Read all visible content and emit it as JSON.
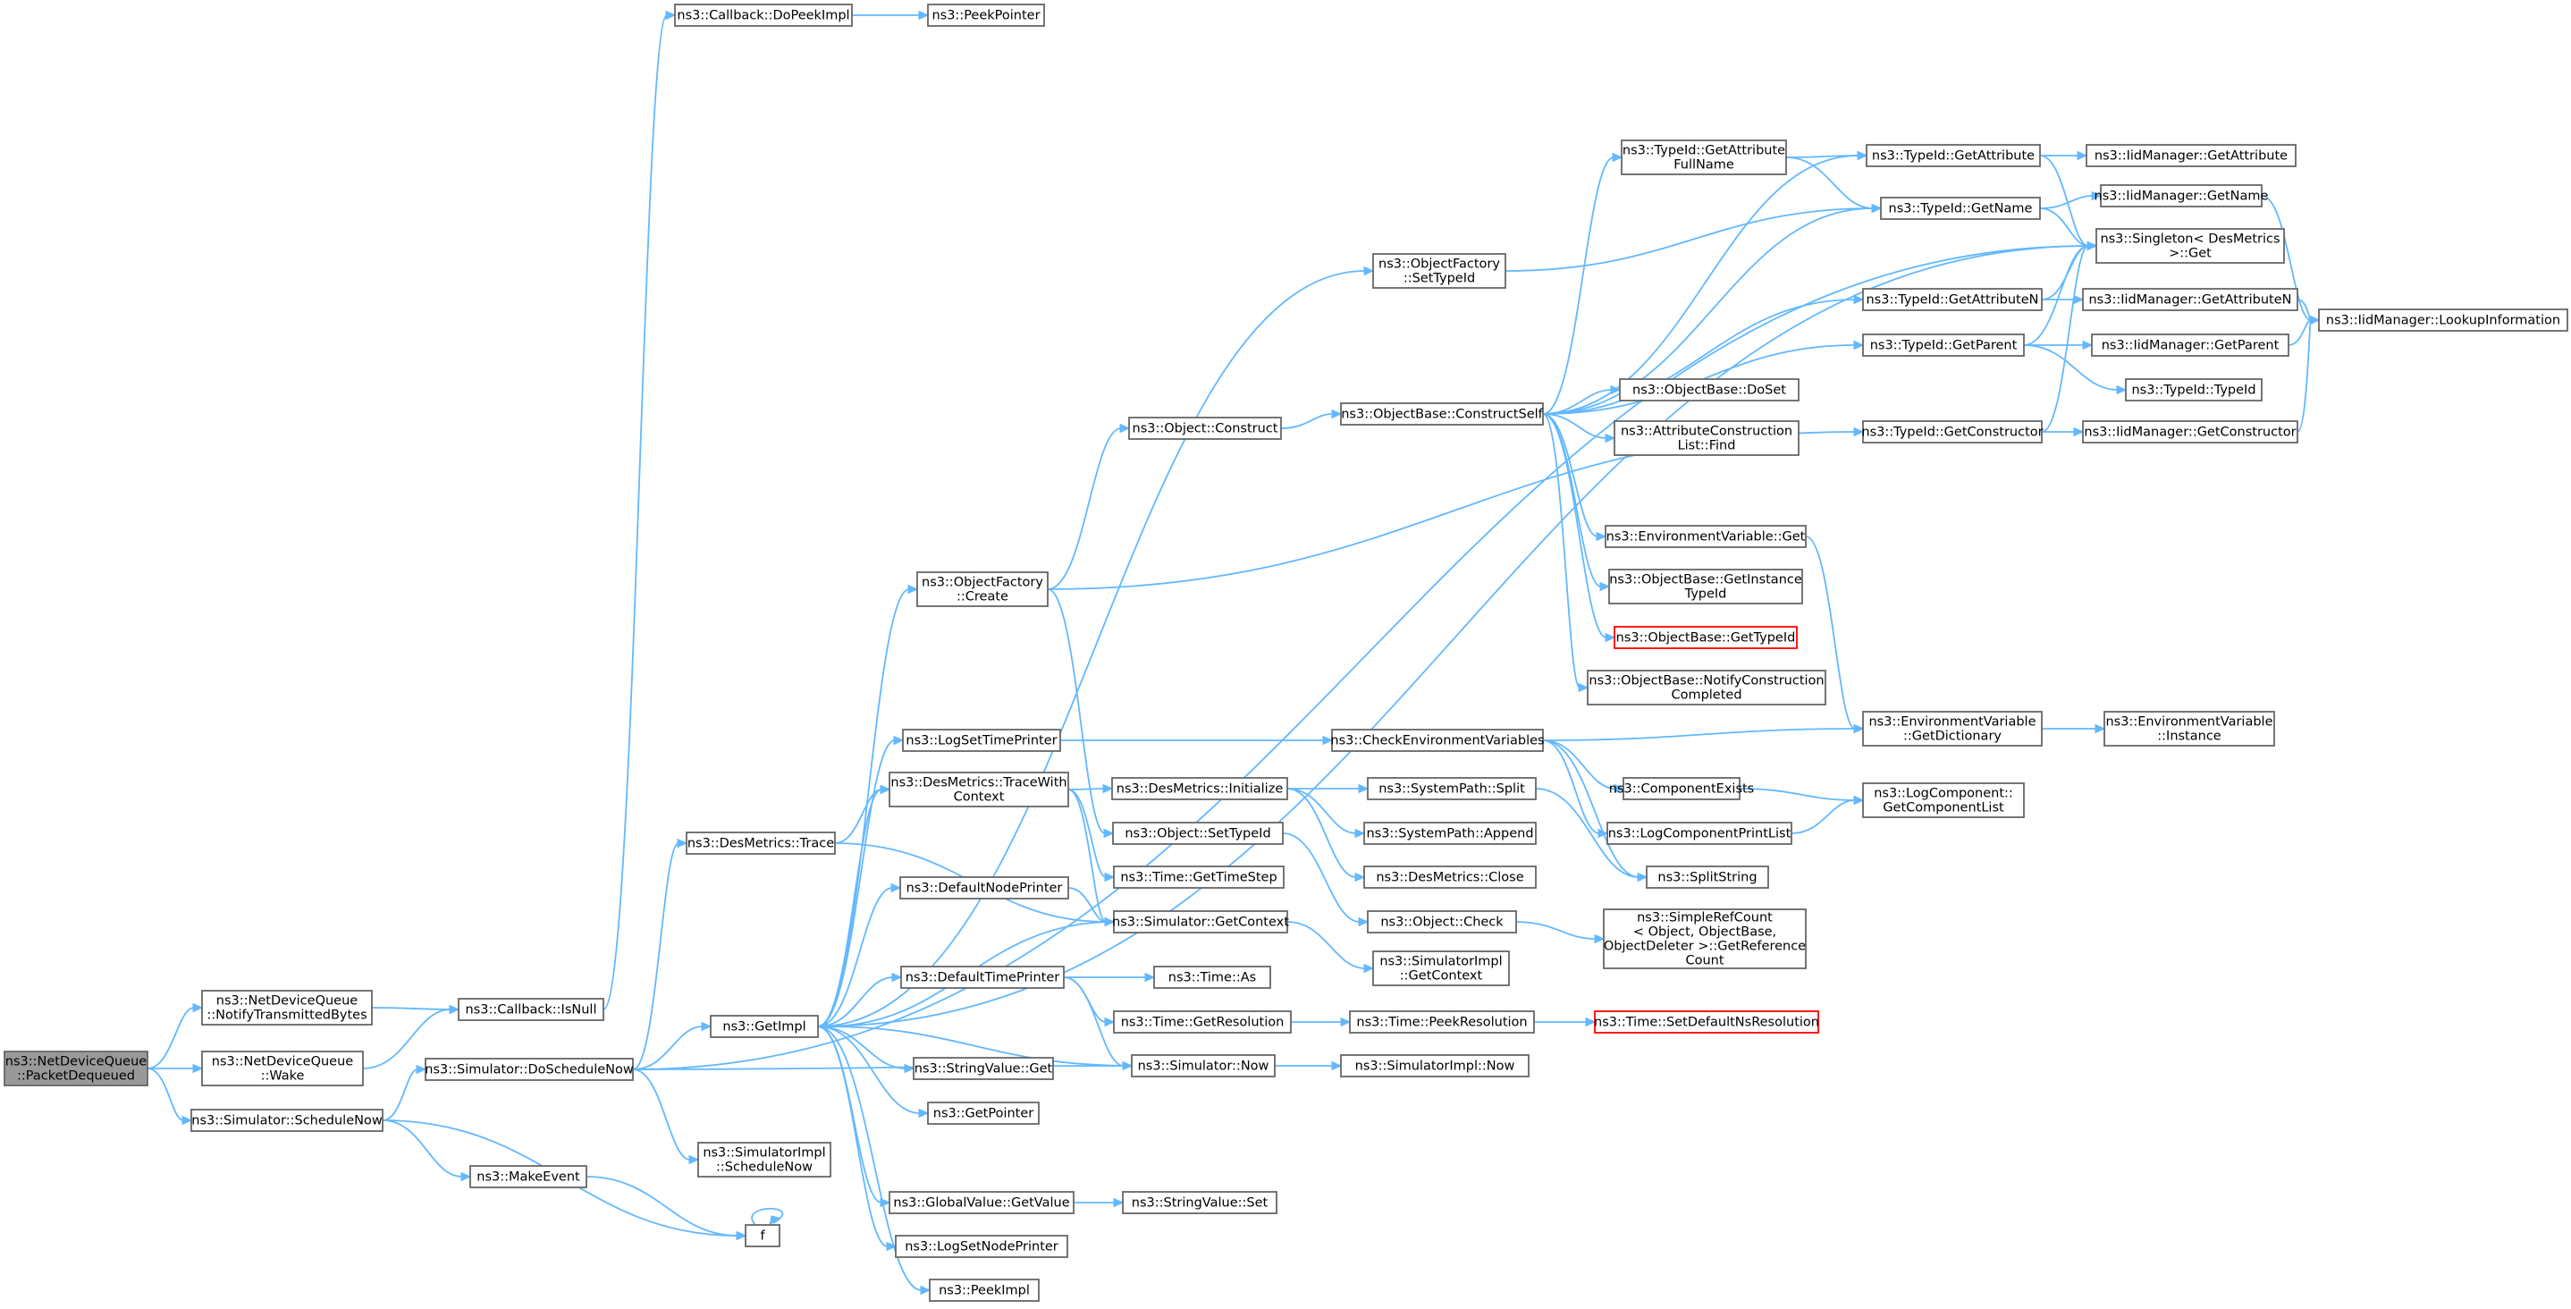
{
  "colors": {
    "node_border": "#666666",
    "root_fill": "#999999",
    "edge": "#63b8ff",
    "highlight_border": "#ff0000"
  },
  "graph": {
    "nodes": [
      {
        "id": "n1",
        "lines": [
          "ns3::NetDeviceQueue",
          "::PacketDequeued"
        ],
        "style": "root"
      },
      {
        "id": "n2",
        "lines": [
          "ns3::NetDeviceQueue",
          "::NotifyTransmittedBytes"
        ]
      },
      {
        "id": "n3",
        "lines": [
          "ns3::NetDeviceQueue",
          "::Wake"
        ]
      },
      {
        "id": "n4",
        "lines": [
          "ns3::Simulator::ScheduleNow"
        ]
      },
      {
        "id": "n5",
        "lines": [
          "ns3::Callback::IsNull"
        ]
      },
      {
        "id": "n6",
        "lines": [
          "ns3::Simulator::DoScheduleNow"
        ]
      },
      {
        "id": "n7",
        "lines": [
          "ns3::MakeEvent"
        ]
      },
      {
        "id": "n8",
        "lines": [
          "f"
        ]
      },
      {
        "id": "n9",
        "lines": [
          "ns3::Callback::DoPeekImpl"
        ]
      },
      {
        "id": "n10",
        "lines": [
          "ns3::PeekPointer"
        ]
      },
      {
        "id": "n11",
        "lines": [
          "ns3::Singleton< DesMetrics",
          ">::Get"
        ]
      },
      {
        "id": "n12",
        "lines": [
          "ns3::DesMetrics::Trace"
        ]
      },
      {
        "id": "n13",
        "lines": [
          "ns3::GetImpl"
        ]
      },
      {
        "id": "n14",
        "lines": [
          "ns3::SimulatorImpl",
          "::ScheduleNow"
        ]
      },
      {
        "id": "n15",
        "lines": [
          "ns3::Simulator::Now"
        ]
      },
      {
        "id": "n16",
        "lines": [
          "ns3::DesMetrics::TraceWith",
          "Context"
        ]
      },
      {
        "id": "n17",
        "lines": [
          "ns3::Simulator::GetContext"
        ]
      },
      {
        "id": "n18",
        "lines": [
          "ns3::ObjectFactory",
          "::Create"
        ]
      },
      {
        "id": "n19",
        "lines": [
          "ns3::LogSetTimePrinter"
        ]
      },
      {
        "id": "n20",
        "lines": [
          "ns3::DefaultNodePrinter"
        ]
      },
      {
        "id": "n21",
        "lines": [
          "ns3::DefaultTimePrinter"
        ]
      },
      {
        "id": "n22",
        "lines": [
          "ns3::StringValue::Get"
        ]
      },
      {
        "id": "n23",
        "lines": [
          "ns3::GetPointer"
        ]
      },
      {
        "id": "n24",
        "lines": [
          "ns3::GlobalValue::GetValue"
        ]
      },
      {
        "id": "n25",
        "lines": [
          "ns3::LogSetNodePrinter"
        ]
      },
      {
        "id": "n26",
        "lines": [
          "ns3::PeekImpl"
        ]
      },
      {
        "id": "n27",
        "lines": [
          "ns3::ObjectFactory",
          "::SetTypeId"
        ]
      },
      {
        "id": "n28",
        "lines": [
          "ns3::Object::Construct"
        ]
      },
      {
        "id": "n29",
        "lines": [
          "ns3::Object::SetTypeId"
        ]
      },
      {
        "id": "n30",
        "lines": [
          "ns3::TypeId::GetConstructor"
        ]
      },
      {
        "id": "n31",
        "lines": [
          "ns3::DesMetrics::Initialize"
        ]
      },
      {
        "id": "n32",
        "lines": [
          "ns3::Time::GetTimeStep"
        ]
      },
      {
        "id": "n33",
        "lines": [
          "ns3::CheckEnvironmentVariables"
        ]
      },
      {
        "id": "n34",
        "lines": [
          "ns3::SimulatorImpl",
          "::GetContext"
        ]
      },
      {
        "id": "n35",
        "lines": [
          "ns3::Time::As"
        ]
      },
      {
        "id": "n36",
        "lines": [
          "ns3::Time::GetResolution"
        ]
      },
      {
        "id": "n37",
        "lines": [
          "ns3::StringValue::Set"
        ]
      },
      {
        "id": "n38",
        "lines": [
          "ns3::SimulatorImpl::Now"
        ]
      },
      {
        "id": "n39",
        "lines": [
          "ns3::TypeId::GetName"
        ]
      },
      {
        "id": "n40",
        "lines": [
          "ns3::ObjectBase::ConstructSelf"
        ]
      },
      {
        "id": "n41",
        "lines": [
          "ns3::Object::Check"
        ]
      },
      {
        "id": "n42",
        "lines": [
          "ns3::SystemPath::Split"
        ]
      },
      {
        "id": "n43",
        "lines": [
          "ns3::SystemPath::Append"
        ]
      },
      {
        "id": "n44",
        "lines": [
          "ns3::DesMetrics::Close"
        ]
      },
      {
        "id": "n45",
        "lines": [
          "ns3::IidManager::GetConstructor"
        ]
      },
      {
        "id": "n46",
        "lines": [
          "ns3::EnvironmentVariable",
          "::GetDictionary"
        ]
      },
      {
        "id": "n47",
        "lines": [
          "ns3::ComponentExists"
        ]
      },
      {
        "id": "n48",
        "lines": [
          "ns3::LogComponentPrintList"
        ]
      },
      {
        "id": "n49",
        "lines": [
          "ns3::SplitString"
        ]
      },
      {
        "id": "n50",
        "lines": [
          "ns3::Time::PeekResolution"
        ]
      },
      {
        "id": "n51",
        "lines": [
          "ns3::IidManager::GetName"
        ]
      },
      {
        "id": "n52",
        "lines": [
          "ns3::TypeId::GetAttribute",
          "FullName"
        ]
      },
      {
        "id": "n53",
        "lines": [
          "ns3::TypeId::GetAttributeN"
        ]
      },
      {
        "id": "n54",
        "lines": [
          "ns3::TypeId::GetParent"
        ]
      },
      {
        "id": "n55",
        "lines": [
          "ns3::ObjectBase::DoSet"
        ]
      },
      {
        "id": "n56",
        "lines": [
          "ns3::AttributeConstruction",
          "List::Find"
        ]
      },
      {
        "id": "n57",
        "lines": [
          "ns3::EnvironmentVariable::Get"
        ]
      },
      {
        "id": "n58",
        "lines": [
          "ns3::ObjectBase::GetInstance",
          "TypeId"
        ]
      },
      {
        "id": "n59",
        "lines": [
          "ns3::ObjectBase::GetTypeId"
        ],
        "style": "red"
      },
      {
        "id": "n60",
        "lines": [
          "ns3::ObjectBase::NotifyConstruction",
          "Completed"
        ]
      },
      {
        "id": "n61",
        "lines": [
          "ns3::SimpleRefCount",
          "< Object, ObjectBase,",
          "ObjectDeleter >::GetReference",
          "Count"
        ]
      },
      {
        "id": "n62",
        "lines": [
          "ns3::IidManager::LookupInformation"
        ]
      },
      {
        "id": "n63",
        "lines": [
          "ns3::EnvironmentVariable",
          "::Instance"
        ]
      },
      {
        "id": "n64",
        "lines": [
          "ns3::LogComponent::",
          "GetComponentList"
        ]
      },
      {
        "id": "n65",
        "lines": [
          "ns3::Time::SetDefaultNsResolution"
        ],
        "style": "red"
      },
      {
        "id": "n66",
        "lines": [
          "ns3::TypeId::GetAttribute"
        ]
      },
      {
        "id": "n67",
        "lines": [
          "ns3::IidManager::GetAttributeN"
        ]
      },
      {
        "id": "n68",
        "lines": [
          "ns3::IidManager::GetParent"
        ]
      },
      {
        "id": "n69",
        "lines": [
          "ns3::TypeId::TypeId"
        ]
      },
      {
        "id": "n70",
        "lines": [
          "ns3::IidManager::GetAttribute"
        ]
      }
    ]
  }
}
